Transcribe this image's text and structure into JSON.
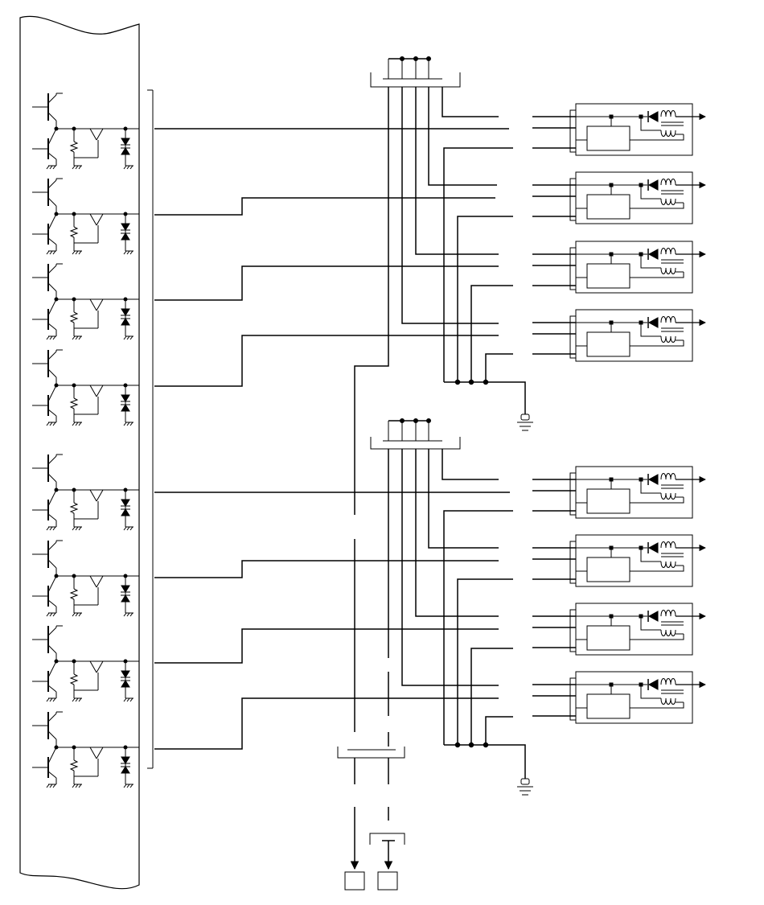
{
  "diagram": {
    "type": "wiring-schematic",
    "line_color": "#000000",
    "background_color": "#ffffff",
    "driver_stage_count": 8,
    "injector_module_count": 8,
    "connector_count": 2,
    "ground_symbol_count": 2,
    "output_box_count": 2,
    "labels": []
  }
}
